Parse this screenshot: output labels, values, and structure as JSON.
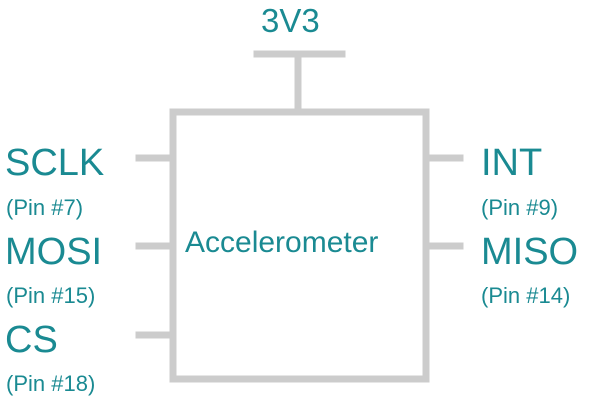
{
  "colors": {
    "wire": "#cccccc",
    "text": "#1a8a92",
    "background": "#ffffff"
  },
  "power": {
    "label": "3V3"
  },
  "component": {
    "label": "Accelerometer"
  },
  "pins": {
    "sclk": {
      "name": "SCLK",
      "pin": "(Pin #7)"
    },
    "mosi": {
      "name": "MOSI",
      "pin": "(Pin #15)"
    },
    "cs": {
      "name": "CS",
      "pin": "(Pin #18)"
    },
    "int": {
      "name": "INT",
      "pin": "(Pin #9)"
    },
    "miso": {
      "name": "MISO",
      "pin": "(Pin #14)"
    }
  }
}
